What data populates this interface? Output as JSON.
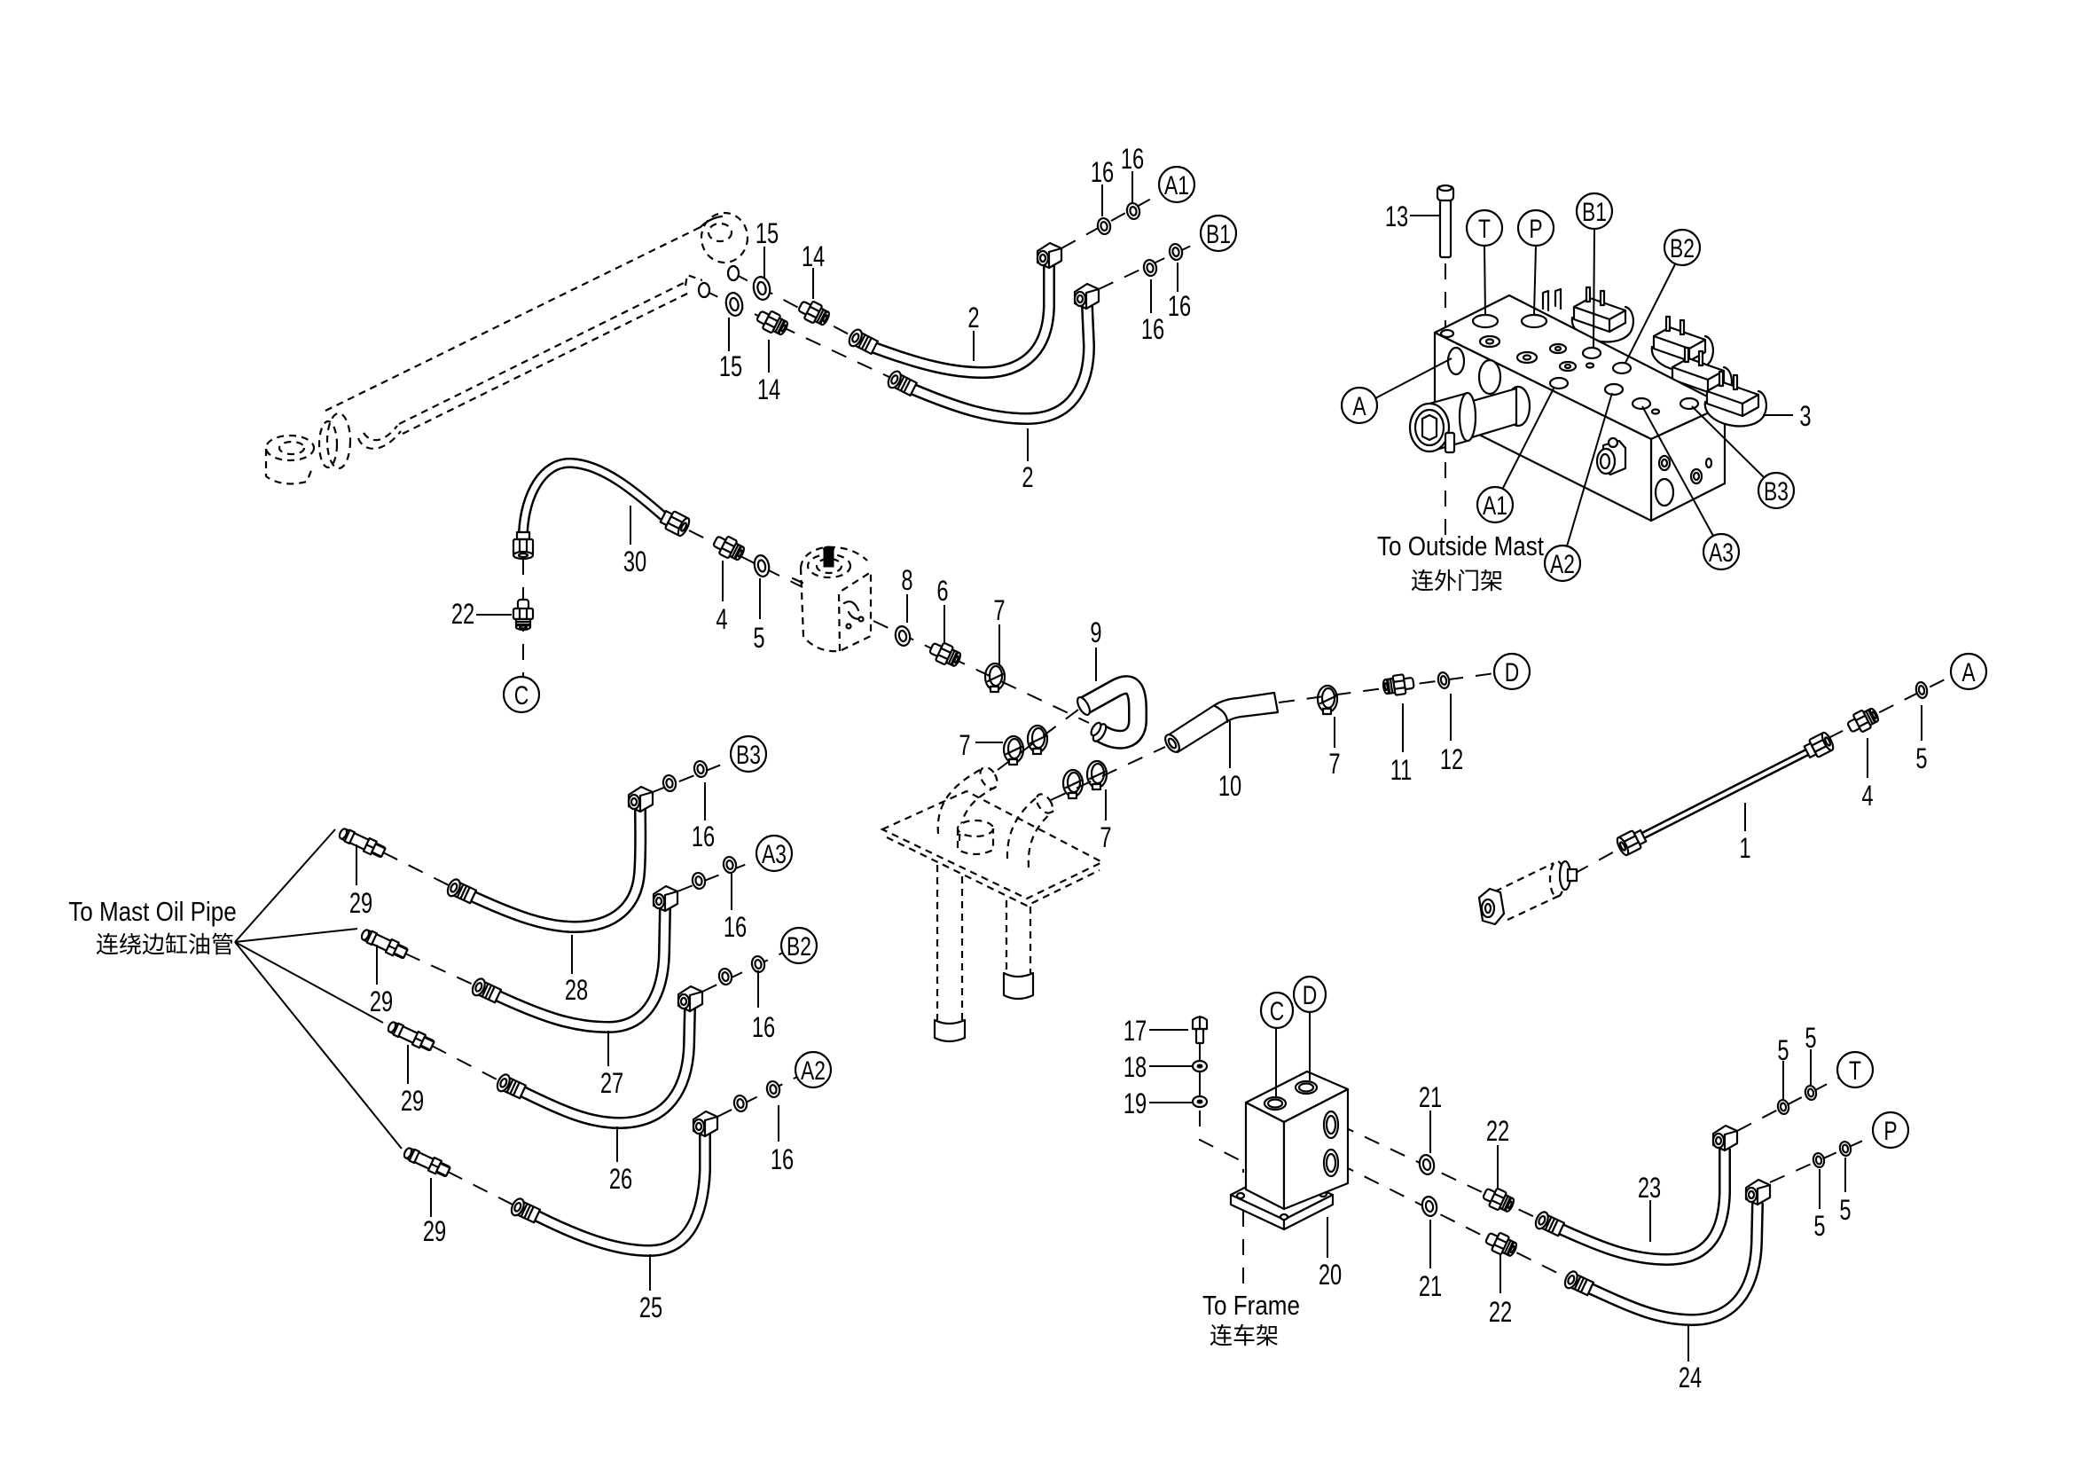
{
  "colors": {
    "ink": "#000000",
    "paper": "#ffffff"
  },
  "assemblies": {
    "cylinder_lines": {
      "callouts": [
        "15",
        "14",
        "15",
        "14",
        "2",
        "2",
        "16",
        "16",
        "16",
        "16"
      ],
      "ports": [
        "A1",
        "B1"
      ]
    },
    "control_valve": {
      "callouts": [
        "13",
        "3"
      ],
      "ports": [
        "T",
        "P",
        "B1",
        "B2",
        "A",
        "A1",
        "B3",
        "A2",
        "A3"
      ],
      "note": {
        "en": "To Outside Mast",
        "zh": "连外门架"
      }
    },
    "supply_line": {
      "callouts": [
        "30",
        "22",
        "4",
        "5",
        "8",
        "6",
        "7",
        "9"
      ],
      "ports": [
        "C"
      ]
    },
    "return_line": {
      "callouts": [
        "7",
        "7",
        "10",
        "7",
        "11",
        "12"
      ],
      "ports": [
        "D"
      ]
    },
    "pressure_line": {
      "callouts": [
        "1",
        "4",
        "5"
      ],
      "ports": [
        "A"
      ]
    },
    "mast_hoses": {
      "callouts": [
        "16",
        "16",
        "16",
        "16",
        "29",
        "28",
        "29",
        "27",
        "29",
        "26",
        "29",
        "25"
      ],
      "ports": [
        "B3",
        "A3",
        "B2",
        "A2"
      ],
      "note": {
        "en": "To Mast Oil Pipe",
        "zh": "连绕边缸油管"
      }
    },
    "divider_valve": {
      "callouts": [
        "17",
        "18",
        "19",
        "20",
        "21",
        "21",
        "22",
        "22",
        "23",
        "24",
        "5",
        "5",
        "5",
        "5"
      ],
      "ports": [
        "C",
        "D",
        "T",
        "P"
      ],
      "note": {
        "en": "To Frame",
        "zh": "连车架"
      }
    }
  }
}
